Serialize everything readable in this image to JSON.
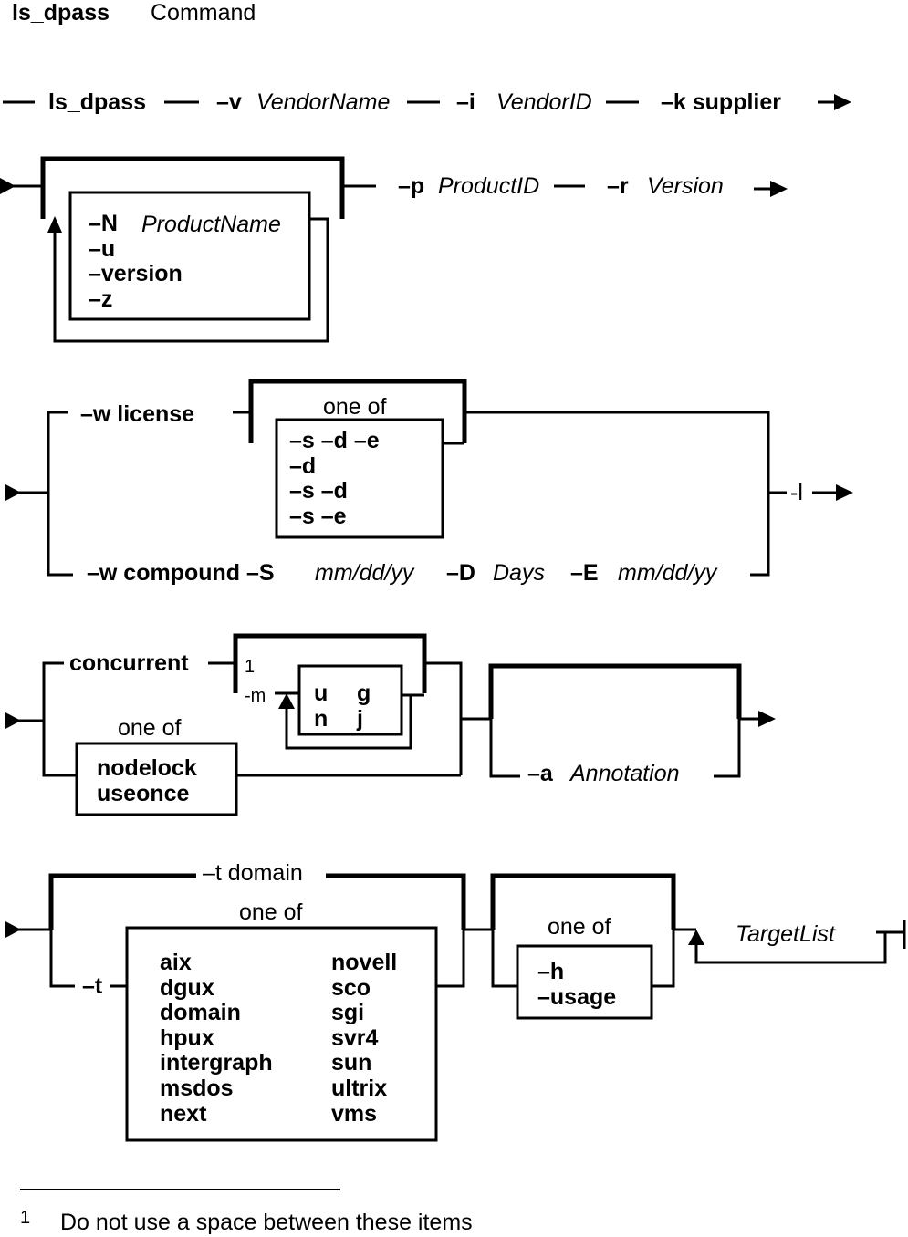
{
  "title": {
    "name": "ls_dpass",
    "kind": "Command"
  },
  "row1": {
    "cmd": "ls_dpass",
    "v_flag": "–v",
    "v_arg": "VendorName",
    "i_flag": "–i",
    "i_arg": "VendorID",
    "k_flag": "–k supplier"
  },
  "row2": {
    "opts": [
      "–N",
      "–u",
      "–version",
      "–z"
    ],
    "n_arg": "ProductName",
    "p_flag": "–p",
    "p_arg": "ProductID",
    "r_flag": "–r",
    "r_arg": "Version"
  },
  "row3": {
    "w_license": "–w license",
    "one_of": "one of",
    "sde_opts": [
      "–s –d –e",
      "–d",
      "–s –d",
      "–s –e"
    ],
    "compound_flag": "–w compound –S",
    "s_arg": "mm/dd/yy",
    "d_flag": "–D",
    "d_arg": "Days",
    "e_flag": "–E",
    "e_arg": "mm/dd/yy",
    "l_flag": "-l"
  },
  "row4": {
    "concurrent": "concurrent",
    "footnote_ref": "1",
    "m_flag": "-m",
    "m_opts_col1": [
      "u",
      "n"
    ],
    "m_opts_col2": [
      "g",
      "j"
    ],
    "one_of": "one of",
    "node_opts": [
      "nodelock",
      "useonce"
    ],
    "a_flag": "–a",
    "a_arg": "Annotation"
  },
  "row5": {
    "t_domain": "–t domain",
    "one_of_t": "one of",
    "t_flag": "–t",
    "platforms_col1": [
      "aix",
      "dgux",
      "domain",
      "hpux",
      "intergraph",
      "msdos",
      "next"
    ],
    "platforms_col2": [
      "novell",
      "sco",
      "sgi",
      "svr4",
      "sun",
      "ultrix",
      "vms"
    ],
    "one_of_h": "one of",
    "h_opts": [
      "–h",
      "–usage"
    ],
    "target": "TargetList"
  },
  "footnote": {
    "number": "1",
    "text": "Do not use a space between these items"
  }
}
